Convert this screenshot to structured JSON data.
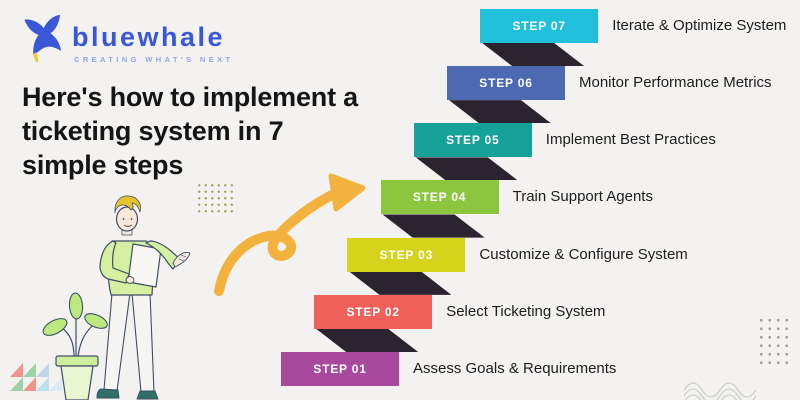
{
  "background": "#F3F2F0",
  "logo": {
    "name": "bluewhale",
    "tagline": "CREATING WHAT'S NEXT",
    "brand_color": "#3A57D8",
    "tagline_color": "#94A5DE"
  },
  "heading": {
    "lines": [
      "Here's how to implement a",
      "ticketing system in 7",
      "simple steps"
    ]
  },
  "steps": [
    {
      "label": "STEP 01",
      "description": "Assess Goals & Requirements",
      "color": "#A74A9E"
    },
    {
      "label": "STEP 02",
      "description": "Select Ticketing System",
      "color": "#F0605A"
    },
    {
      "label": "STEP 03",
      "description": "Customize & Configure System",
      "color": "#D7D21C"
    },
    {
      "label": "STEP 04",
      "description": "Train Support Agents",
      "color": "#8CC63E"
    },
    {
      "label": "STEP 05",
      "description": "Implement Best Practices",
      "color": "#16A298"
    },
    {
      "label": "STEP 06",
      "description": "Monitor Performance Metrics",
      "color": "#4C69B2"
    },
    {
      "label": "STEP 07",
      "description": "Iterate & Optimize System",
      "color": "#20C0DC"
    }
  ],
  "connector_color": "#2B2430",
  "accents": {
    "arrow_color": "#F3B13D",
    "heading_color": "#151515"
  }
}
